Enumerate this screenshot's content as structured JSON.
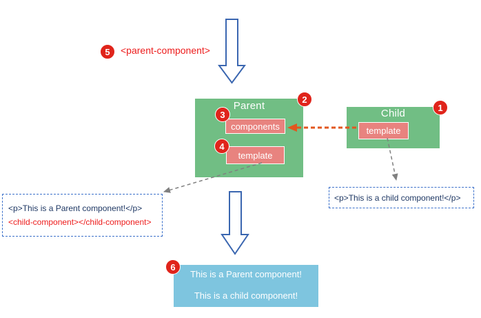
{
  "colors": {
    "green": "#71BE84",
    "salmon": "#E8837F",
    "badge_red": "#E0241B",
    "arrow_orange": "#E2571F",
    "arrow_blue": "#3A66B0",
    "dashed_blue": "#3B70CA",
    "code_navy": "#1F3864",
    "code_red": "#ED1C1C",
    "result_blue": "#7EC5DF",
    "gray": "#808080"
  },
  "badges": {
    "b1": "1",
    "b2": "2",
    "b3": "3",
    "b4": "4",
    "b5": "5",
    "b6": "6"
  },
  "labels": {
    "parent_component_tag": "<parent-component>"
  },
  "parent_box": {
    "title": "Parent",
    "components_label": "components",
    "template_label": "template"
  },
  "child_box": {
    "title": "Child",
    "template_label": "template"
  },
  "parent_code": {
    "line1": "<p>This is a Parent component!</p>",
    "line2": "<child-component></child-component>"
  },
  "child_code": {
    "line1": "<p>This is a child component!</p>"
  },
  "result_box": {
    "line1": "This is a Parent component!",
    "line2": "This is a child component!"
  }
}
